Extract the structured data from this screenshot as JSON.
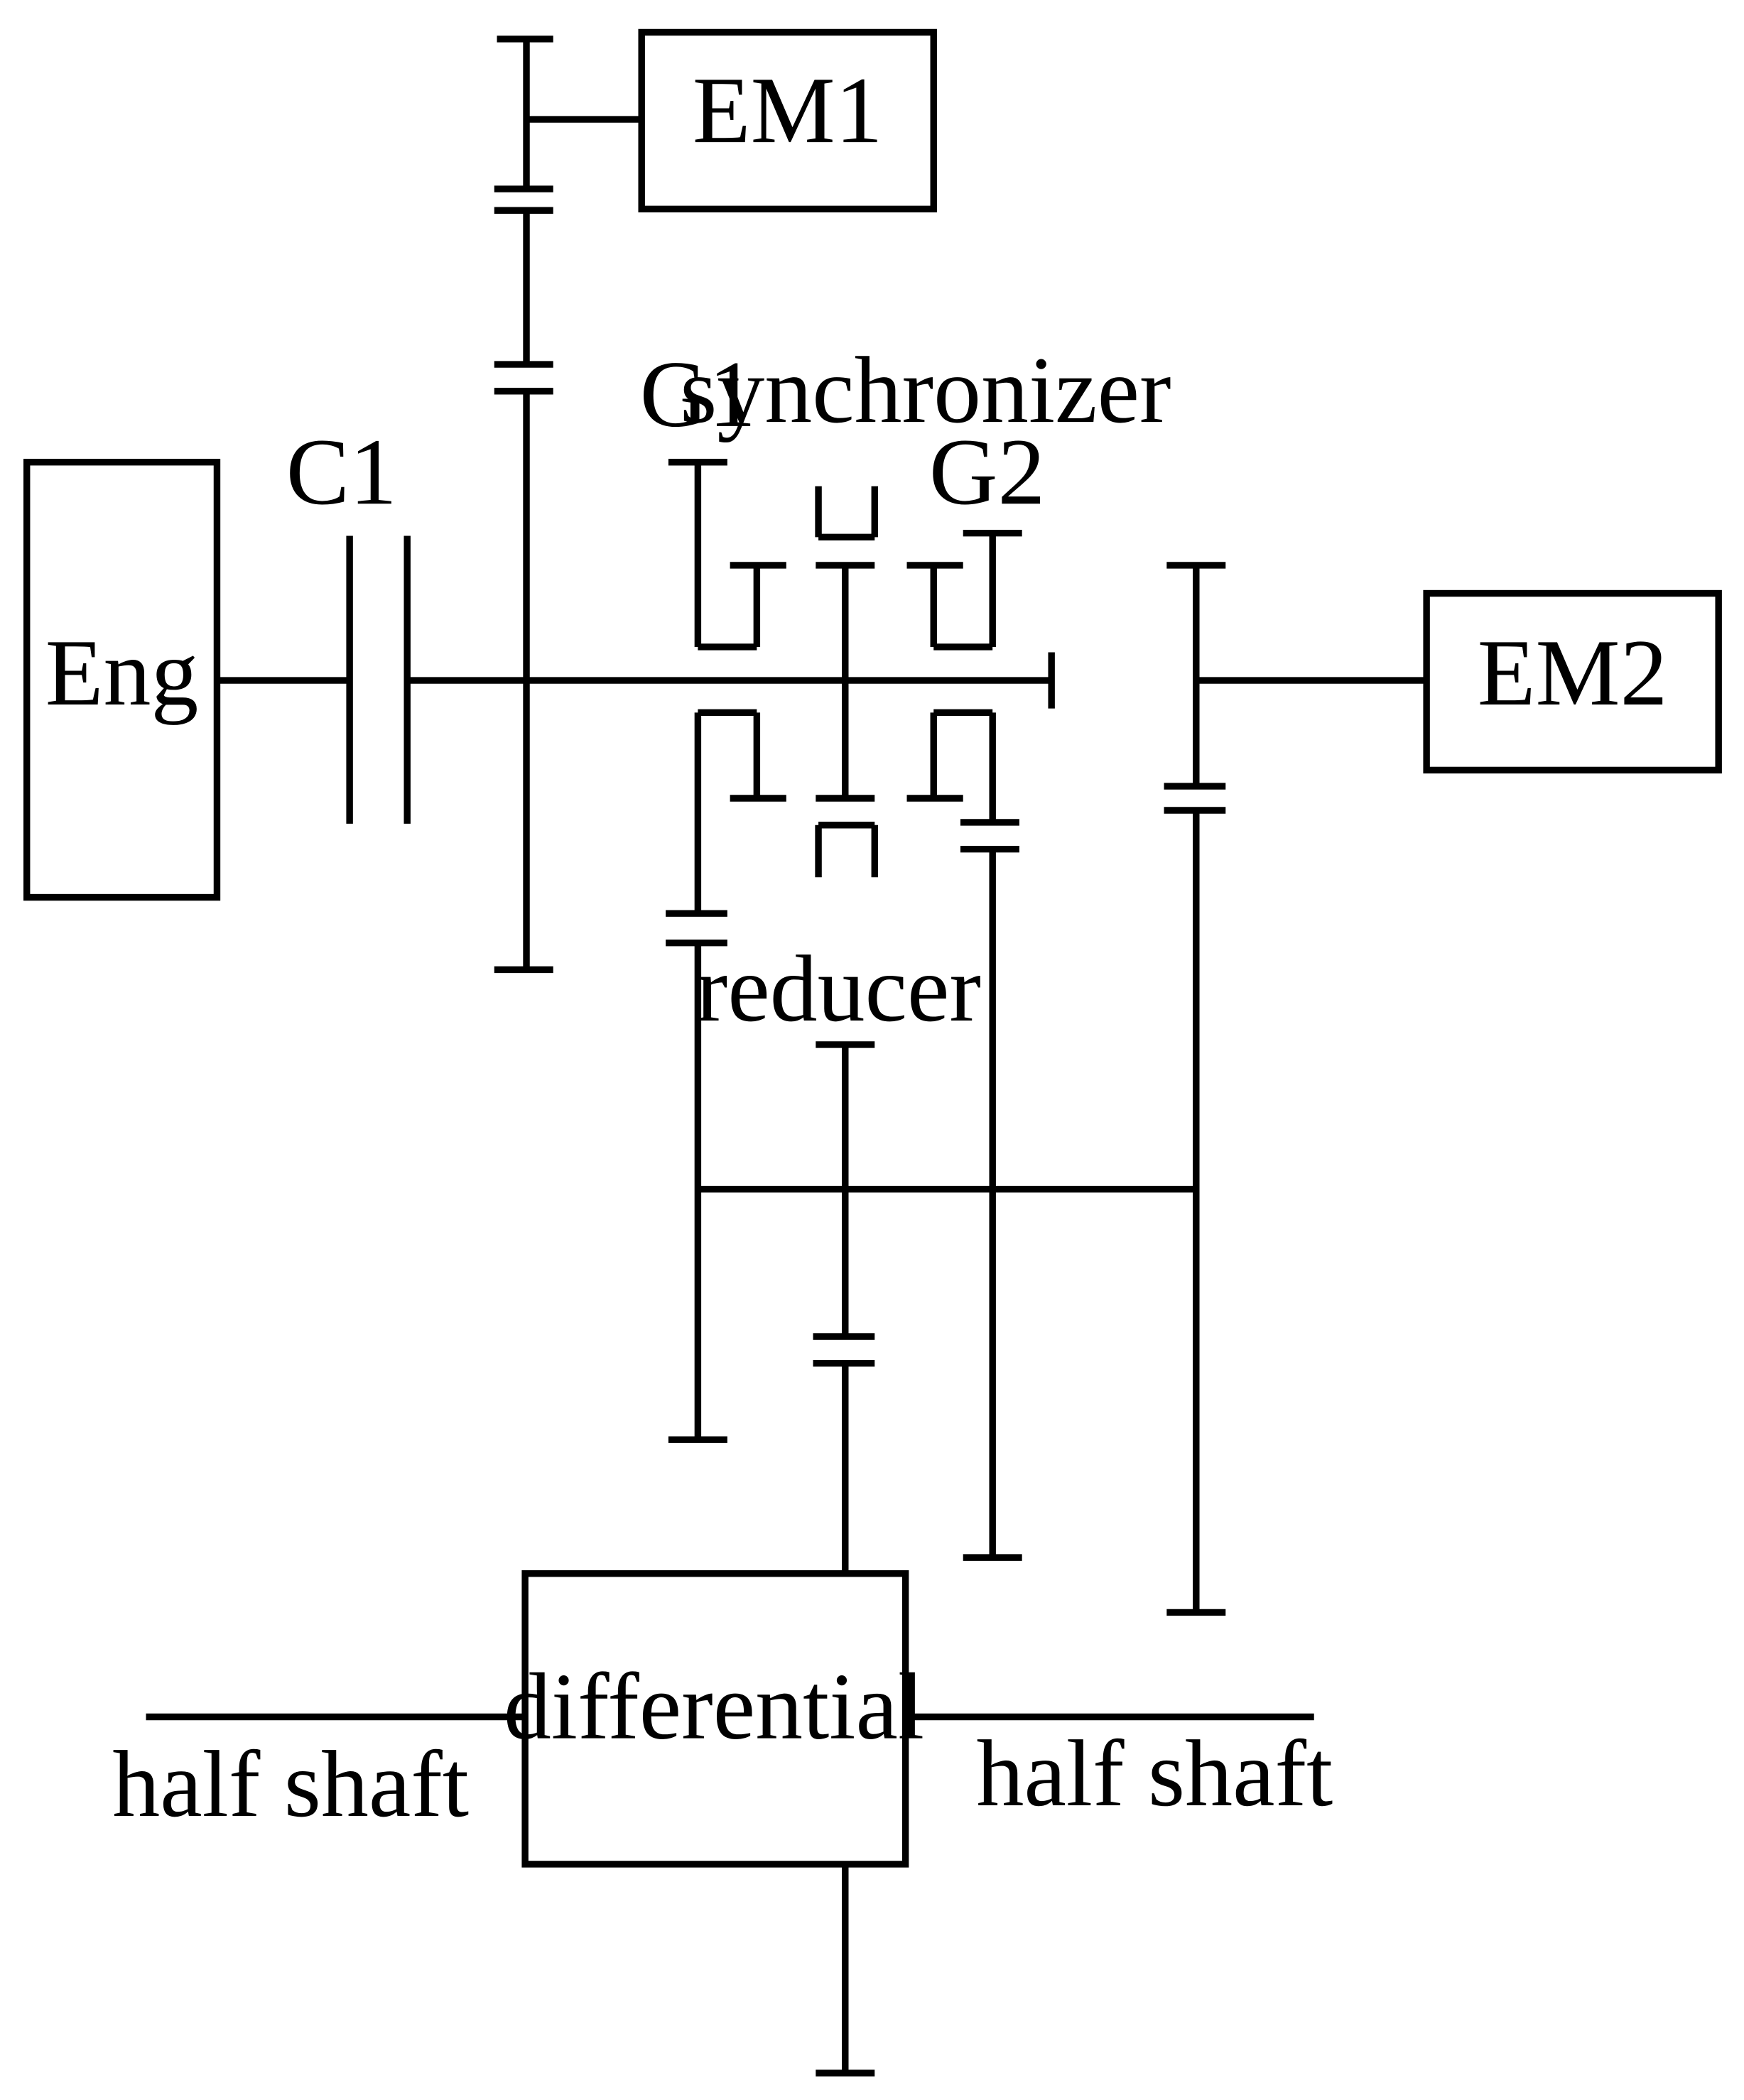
{
  "components": {
    "engine": "Eng",
    "motor_1": "EM1",
    "motor_2": "EM2",
    "clutch": "C1",
    "gear_1": "G1",
    "gear_2": "G2",
    "synchronizer": "synchronizer",
    "reducer": "reducer",
    "differential": "differential",
    "half_shaft_left": "half shaft",
    "half_shaft_right": "half shaft"
  }
}
